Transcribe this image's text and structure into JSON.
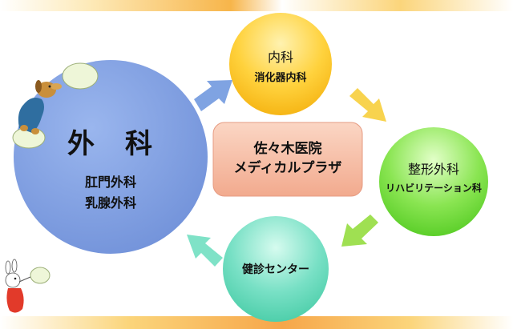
{
  "nodes": {
    "geka": {
      "title": "外　科",
      "sub1": "肛門外科",
      "sub2": "乳腺外科"
    },
    "naika": {
      "title": "内科",
      "sub": "消化器内科"
    },
    "seikei": {
      "title": "整形外科",
      "sub": "リハビリテーション科"
    },
    "kenshin": {
      "title": "健診センター"
    },
    "center": {
      "line1": "佐々木医院",
      "line2": "メディカルプラザ"
    }
  },
  "colors": {
    "geka": "#7e9fe0",
    "naika": "#ffcc33",
    "seikei": "#7ee24a",
    "kenshin": "#6edbc0",
    "center": "#f7c0a8",
    "arrow_blue": "#7fa3e2",
    "arrow_yellow": "#f8d34e",
    "arrow_green": "#9fe052",
    "arrow_teal": "#7fe2c7"
  }
}
